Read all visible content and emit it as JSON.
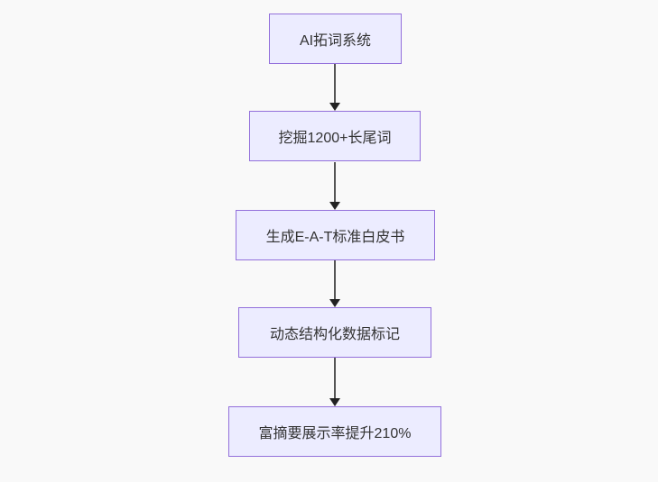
{
  "diagram": {
    "type": "flowchart",
    "direction": "top-down",
    "nodes": [
      {
        "id": "n1",
        "label": "AI拓词系统"
      },
      {
        "id": "n2",
        "label": "挖掘1200+长尾词"
      },
      {
        "id": "n3",
        "label": "生成E-A-T标准白皮书"
      },
      {
        "id": "n4",
        "label": "动态结构化数据标记"
      },
      {
        "id": "n5",
        "label": "富摘要展示率提升210%"
      }
    ],
    "edges": [
      {
        "from": "n1",
        "to": "n2"
      },
      {
        "from": "n2",
        "to": "n3"
      },
      {
        "from": "n3",
        "to": "n4"
      },
      {
        "from": "n4",
        "to": "n5"
      }
    ],
    "colors": {
      "canvas_background": "#f9f9f9",
      "node_fill": "#ECECFF",
      "node_border": "#9370DB",
      "node_text": "#333333",
      "arrow_line": "#555555",
      "arrow_head": "#222222"
    }
  }
}
